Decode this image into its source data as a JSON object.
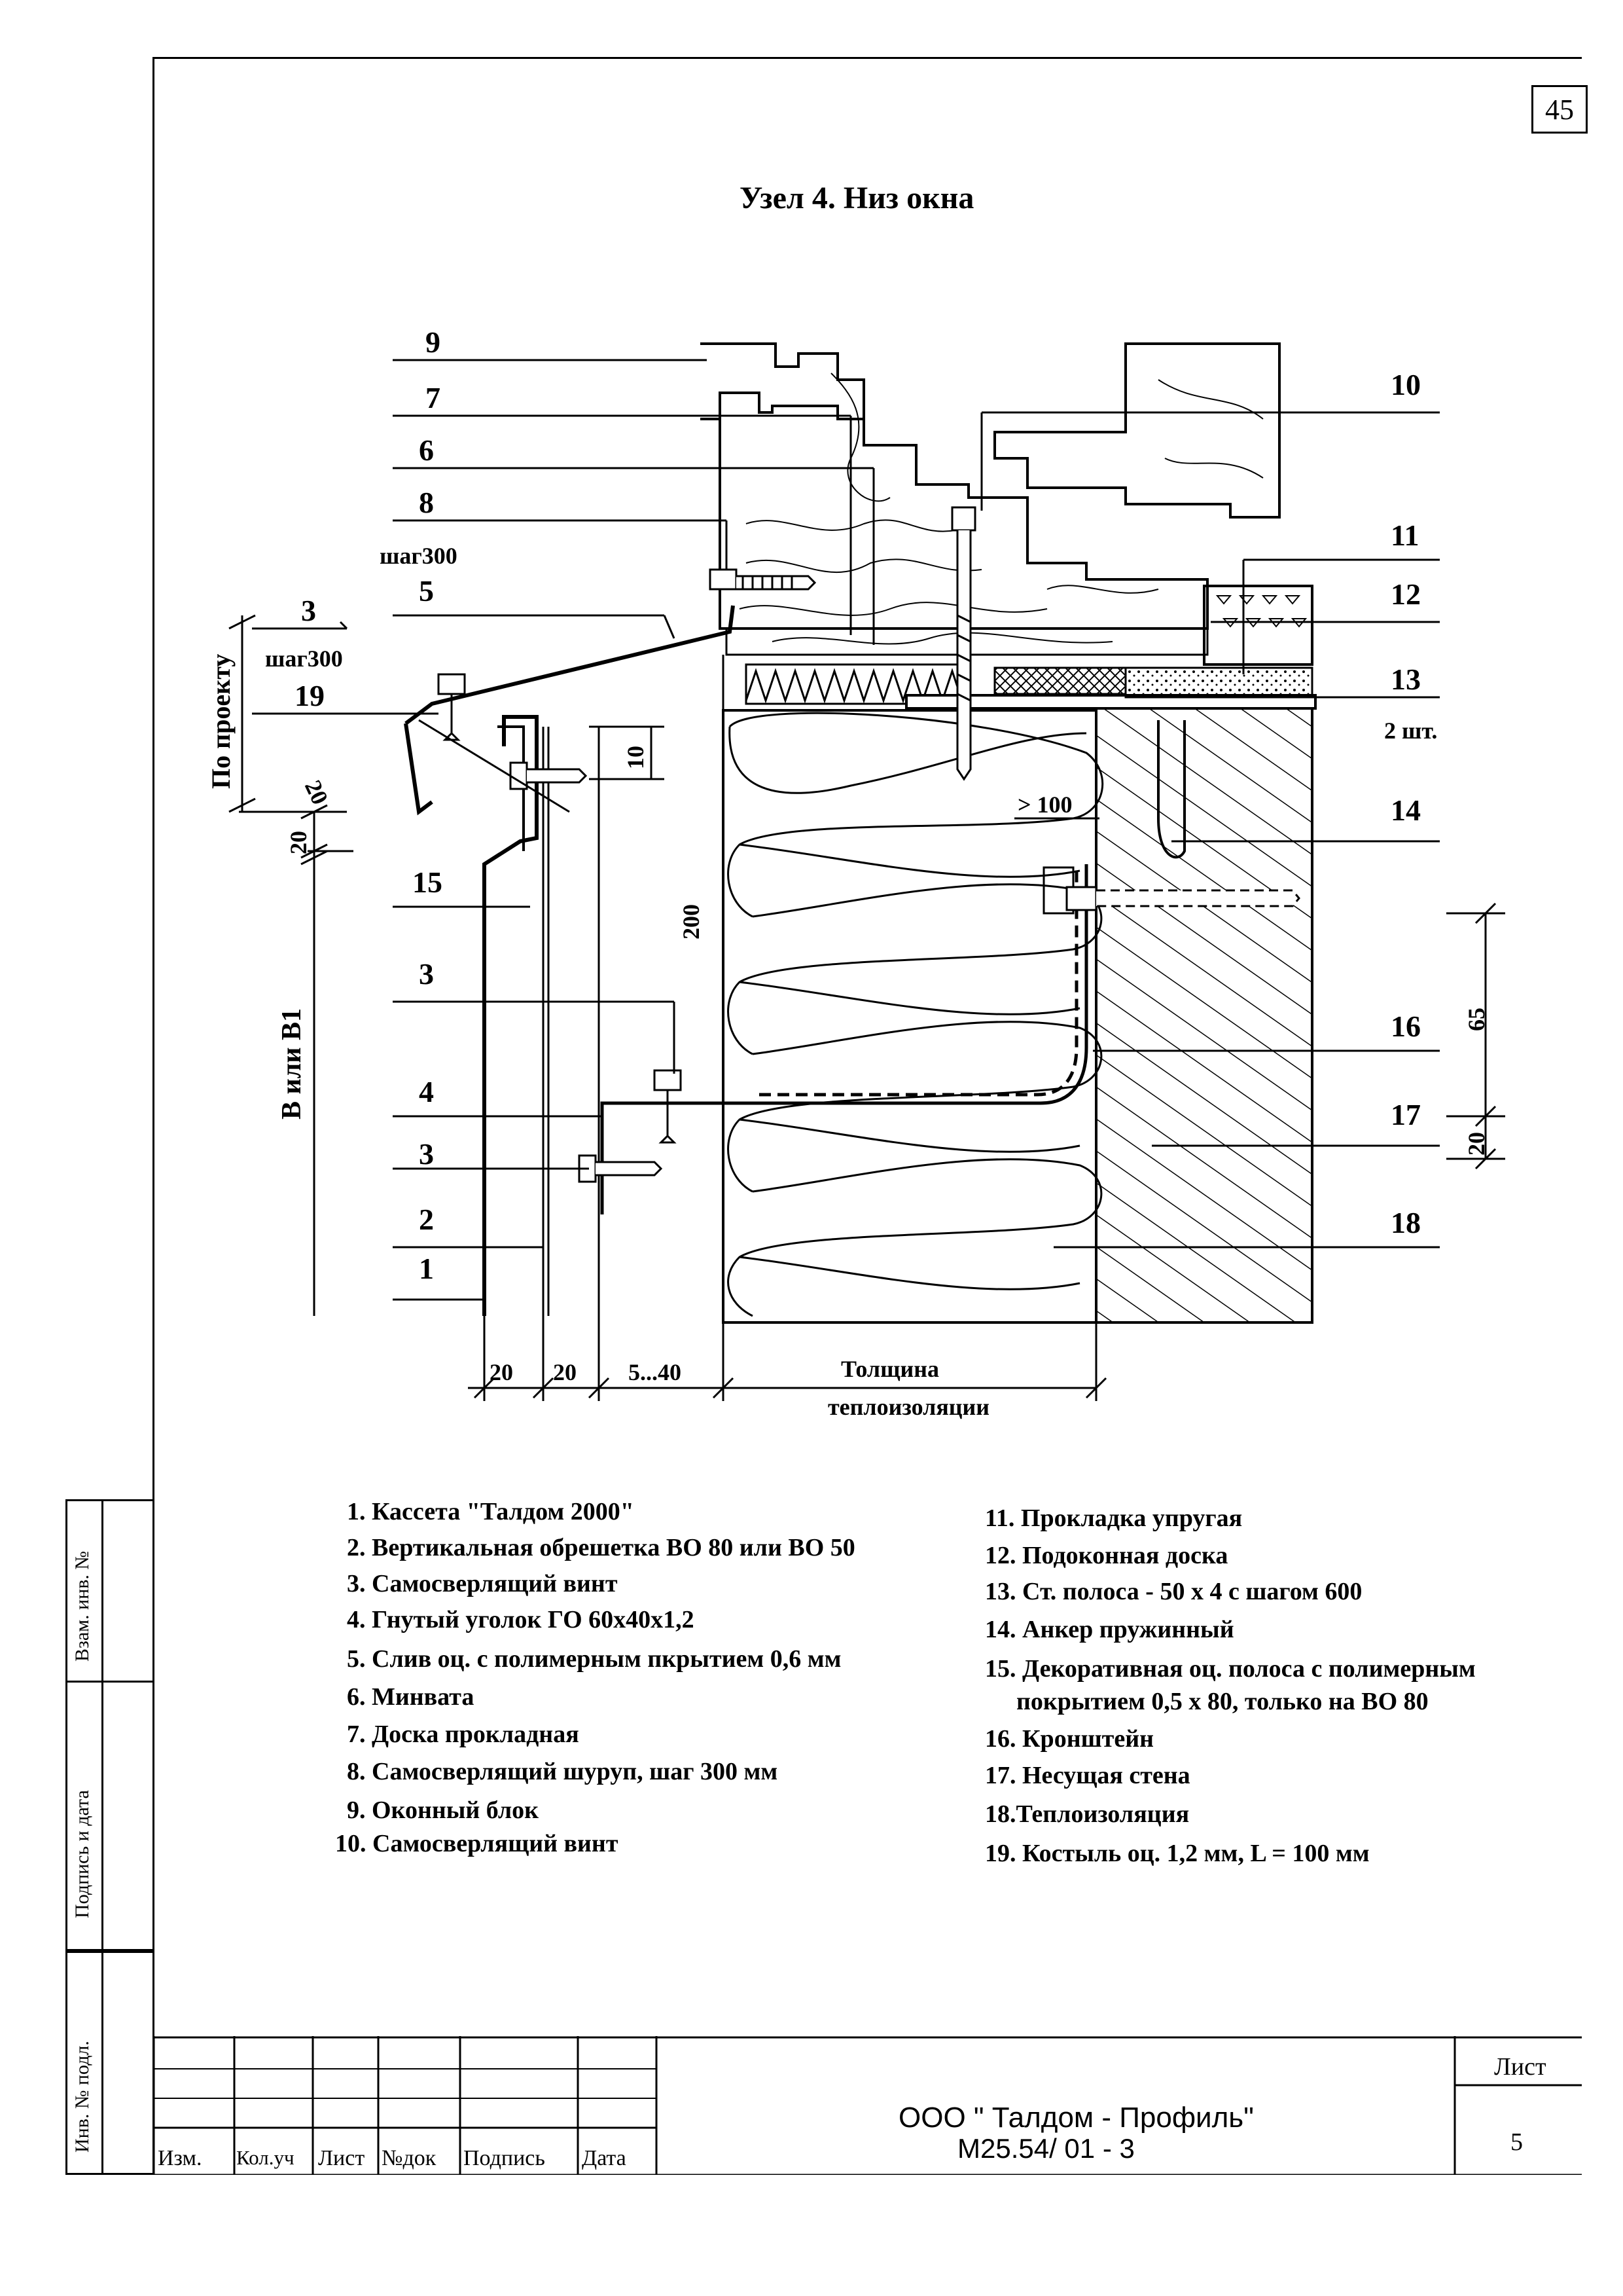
{
  "sheet_number_box": "45",
  "title": "Узел 4. Низ окна",
  "callouts": {
    "n1": "1",
    "n2": "2",
    "n3": "3",
    "n4": "4",
    "n5": "5",
    "n6": "6",
    "n7": "7",
    "n8": "8",
    "n9": "9",
    "n10": "10",
    "n11": "11",
    "n12": "12",
    "n13": "13",
    "n14": "14",
    "n15": "15",
    "n16": "16",
    "n17": "17",
    "n18": "18",
    "n19": "19",
    "step300_a": "шаг300",
    "step300_b": "шаг300",
    "two_pcs": "2 шт."
  },
  "dimensions": {
    "po_proektu": "По проекту",
    "v_ili_v1": "В или В1",
    "d20_a": "20",
    "d20_b": "20",
    "d10": "10",
    "d200": "200",
    "d100": "> 100",
    "d65": "65",
    "d20_c": "20",
    "bottom_20a": "20",
    "bottom_20b": "20",
    "bottom_5_40": "5...40",
    "insulation_1": "Толщина",
    "insulation_2": "теплоизоляции"
  },
  "legend_left": [
    "1. Кассета \"Талдом 2000\"",
    "2. Вертикальная обрешетка ВО 80 или ВО 50",
    "3. Самосверлящий винт",
    "4. Гнутый уголок ГО 60х40х1,2",
    "5. Слив оц. с полимерным пкрытием 0,6 мм",
    "6. Минвата",
    "7. Доска прокладная",
    "8. Самосверлящий шуруп, шаг 300 мм",
    "9. Оконный блок",
    "10. Самосверлящий винт"
  ],
  "legend_right": [
    "11. Прокладка упругая",
    "12. Подоконная доска",
    "13. Ст. полоса  - 50 х 4 с шагом 600",
    "14.  Анкер пружинный",
    "15. Декоративная оц. полоса с полимерным",
    "покрытием 0,5 х 80, только на ВО 80",
    "16. Кронштейн",
    "17. Несущая стена",
    "18.Теплоизоляция",
    "19. Костыль оц. 1,2 мм, L = 100 мм"
  ],
  "side_stamp": {
    "vzam": "Взам. инв. №",
    "podpis": "Подпись и дата",
    "inv": "Инв. № подл."
  },
  "title_block": {
    "izm": "Изм.",
    "kol": "Кол.уч",
    "list": "Лист",
    "ndok": "№док",
    "podpis": "Подпись",
    "data": "Дата",
    "company": "ООО \" Талдом - Профиль\"",
    "code": "М25.54/ 01 - 3",
    "sheet_label": "Лист",
    "sheet_value": "5"
  }
}
